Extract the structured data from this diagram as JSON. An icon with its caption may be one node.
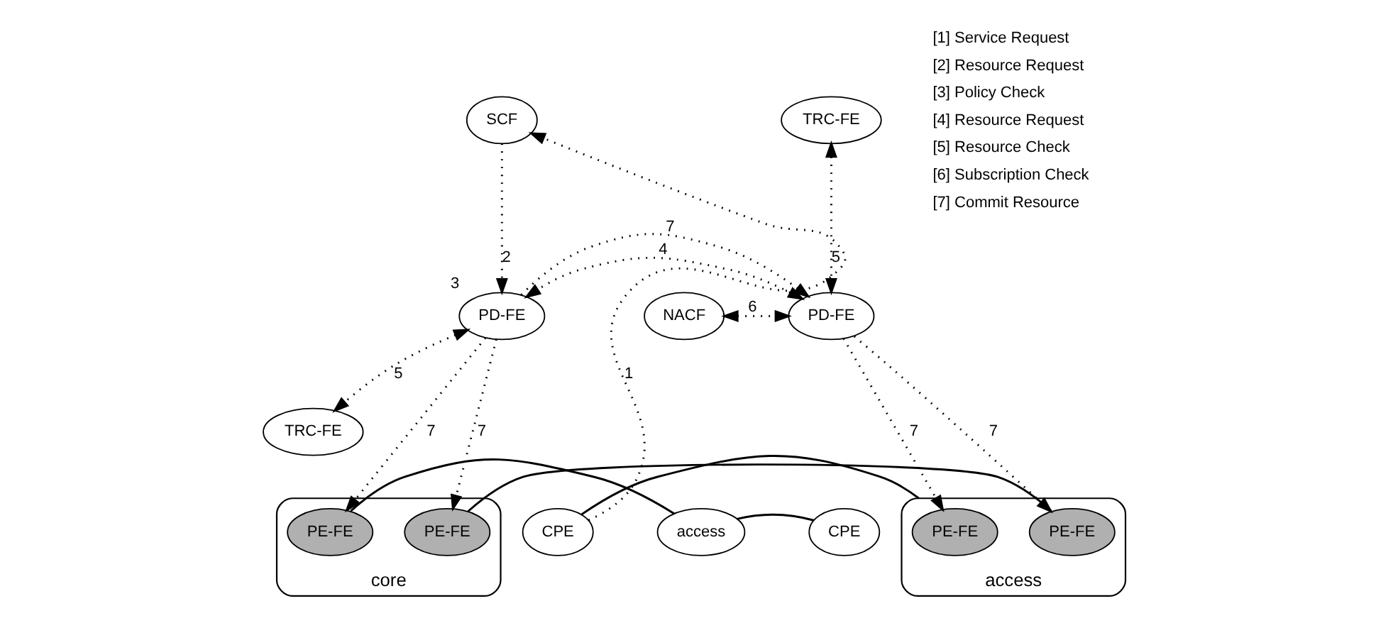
{
  "diagram": {
    "nodes": [
      {
        "text": [
          "SCF"
        ]
      },
      {
        "text": [
          "NACF"
        ]
      },
      {
        "text": [
          "PD-FE"
        ]
      },
      {
        "text": [
          "PD-FE"
        ],
        "beside": [
          "3"
        ]
      },
      {
        "text": [
          "TRC-FE"
        ]
      },
      {
        "text": [
          "TRC-FE"
        ]
      },
      {
        "text": [
          "CPE"
        ]
      },
      {
        "text": [
          "access"
        ]
      },
      {
        "text": [
          "PE-FE"
        ],
        "in": 7
      },
      {
        "text": [
          "PE-FE"
        ],
        "in": 7
      },
      {
        "text": [
          "core"
        ]
      },
      {
        "text": [
          "PE-FE"
        ],
        "in": 10
      },
      {
        "text": [
          "PE-FE"
        ],
        "in": 10
      },
      {
        "text": [
          "access"
        ]
      },
      {
        "text": [
          "CPE"
        ]
      }
    ],
    "edges": [
      {
        "from": 6,
        "to": 0,
        "arrow": "to",
        "label": "1",
        "style": "dashed"
      },
      {
        "from": 0,
        "to": 3,
        "arrow": "to",
        "label": "2",
        "style": "dashed"
      },
      {
        "from": 2,
        "to": 3,
        "arrow": "both",
        "label": "4",
        "style": "dashed"
      },
      {
        "from": 1,
        "to": 2,
        "arrow": "both",
        "label": "6",
        "style": "dashed"
      },
      {
        "from": 4,
        "to": 2,
        "arrow": "both",
        "label": "5",
        "style": "dashed"
      },
      {
        "from": 3,
        "to": 5,
        "arrow": "both",
        "label": "5",
        "style": "dashed"
      },
      {
        "from": 3,
        "to": 2,
        "arrow": "to",
        "label": "7",
        "style": "dashed"
      },
      {
        "from": 2,
        "to": 8,
        "arrow": "to",
        "label": "7",
        "style": "dashed"
      },
      {
        "from": 2,
        "to": 9,
        "arrow": "to",
        "label": "7",
        "style": "dashed"
      },
      {
        "from": 3,
        "to": 11,
        "arrow": "to",
        "label": "7",
        "style": "dashed"
      },
      {
        "from": 3,
        "to": 12,
        "arrow": "to",
        "label": "7",
        "style": "dashed"
      },
      {
        "from": 6,
        "to": 7,
        "arrow": "none"
      },
      {
        "from": 9,
        "to": 11,
        "arrow": "none"
      },
      {
        "from": 12,
        "to": 13,
        "arrow": "none"
      },
      {
        "from": 13,
        "to": 14,
        "arrow": "none"
      }
    ],
    "labels": [
      "[1] Service Request",
      "[2] Resource Request",
      "[3] Policy Check",
      "[4] Resource Request",
      "[5] Resource Check",
      "[6] Subscription Check",
      "[7] Commit Resource"
    ]
  }
}
